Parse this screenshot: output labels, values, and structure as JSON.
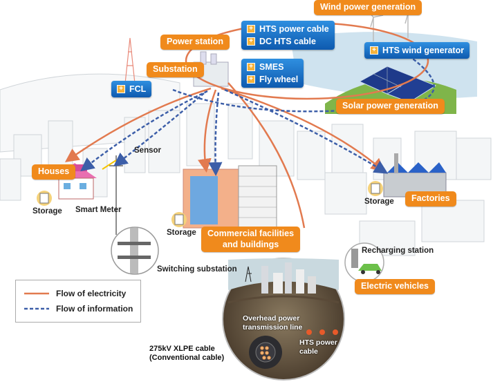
{
  "colors": {
    "electricity": "#e27a4f",
    "information": "#3c5ea8",
    "tag": "#f08a1c",
    "box": "#1a6fc4"
  },
  "tags": {
    "wind": "Wind power generation",
    "power_station": "Power station",
    "substation": "Substation",
    "solar": "Solar power generation",
    "houses": "Houses",
    "factories": "Factories",
    "commercial_line1": "Commercial facilities",
    "commercial_line2": "and buildings",
    "ev": "Electric vehicles"
  },
  "boxes": {
    "hts_power_cable": "HTS power cable",
    "dc_hts_cable": "DC HTS cable",
    "hts_wind_generator": "HTS wind generator",
    "smes": "SMES",
    "fly_wheel": "Fly wheel",
    "fcl": "FCL"
  },
  "labels": {
    "sensor": "Sensor",
    "storage_houses": "Storage",
    "smart_meter": "Smart Meter",
    "storage_factories": "Storage",
    "storage_commercial": "Storage",
    "switching_substation": "Switching substation",
    "recharging_station": "Recharging station",
    "overhead_line1": "Overhead power",
    "overhead_line2": "transmission line",
    "xlpe_line1": "275kV XLPE cable",
    "xlpe_line2": "(Conventional cable)",
    "hts_cable_line1": "HTS power",
    "hts_cable_line2": "cable"
  },
  "legend": {
    "electricity": "Flow of electricity",
    "information": "Flow of information"
  }
}
